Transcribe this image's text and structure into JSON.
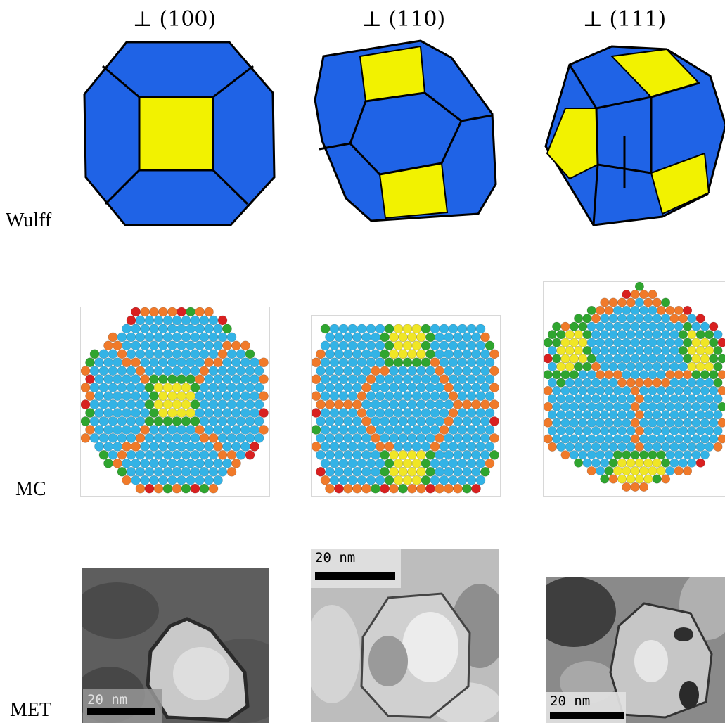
{
  "columns": [
    {
      "label": "⊥ (100)"
    },
    {
      "label": "⊥ (110)"
    },
    {
      "label": "⊥ (111)"
    }
  ],
  "rows": [
    {
      "label": "Wulff"
    },
    {
      "label": "MC"
    },
    {
      "label": "MET"
    }
  ],
  "scale_bars": [
    {
      "text": "20  nm"
    },
    {
      "text": "20  nm"
    },
    {
      "text": "20  nm"
    }
  ],
  "colors": {
    "facet_blue": "#1f63e6",
    "facet_yellow": "#f2f200",
    "atom_cyan": "#33b3e6",
    "atom_yellow": "#f0e626",
    "atom_green": "#2fa52f",
    "atom_orange": "#f07a2a",
    "atom_red": "#d82020",
    "atom_pink": "#f0b2e6"
  }
}
